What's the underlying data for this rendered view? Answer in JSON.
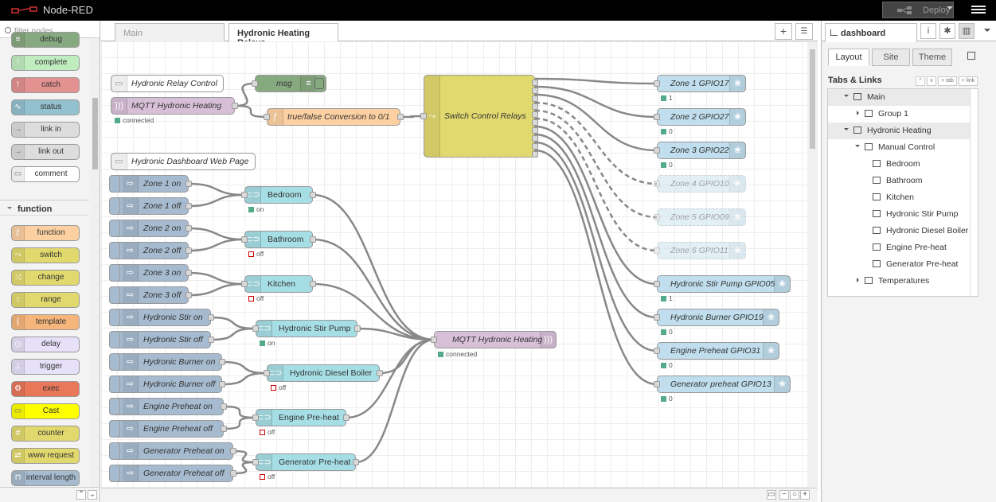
{
  "header": {
    "app_name": "Node-RED",
    "deploy_label": "Deploy"
  },
  "palette": {
    "filter_placeholder": "filter nodes",
    "items_top": [
      {
        "label": "debug",
        "color": "#87a980",
        "icon": "list-icon"
      },
      {
        "label": "complete",
        "color": "#c0edc0",
        "icon": "exclamation-icon"
      },
      {
        "label": "catch",
        "color": "#e49191",
        "icon": "exclamation-icon"
      },
      {
        "label": "status",
        "color": "#94c1d0",
        "icon": "pulse-icon"
      },
      {
        "label": "link in",
        "color": "#dddddd",
        "icon": "arrow-icon"
      },
      {
        "label": "link out",
        "color": "#dddddd",
        "icon": "arrow-icon"
      },
      {
        "label": "comment",
        "color": "#ffffff",
        "icon": "comment-icon"
      }
    ],
    "category_function": "function",
    "items_function": [
      {
        "label": "function",
        "color": "#fdd0a2",
        "icon": "function-icon"
      },
      {
        "label": "switch",
        "color": "#e2d96e",
        "icon": "switch-icon"
      },
      {
        "label": "change",
        "color": "#e2d96e",
        "icon": "shuffle-icon"
      },
      {
        "label": "range",
        "color": "#e2d96e",
        "icon": "range-icon"
      },
      {
        "label": "template",
        "color": "#f6b67b",
        "icon": "brace-icon"
      },
      {
        "label": "delay",
        "color": "#e6e0f8",
        "icon": "clock-icon"
      },
      {
        "label": "trigger",
        "color": "#e6e0f8",
        "icon": "trigger-icon"
      },
      {
        "label": "exec",
        "color": "#e9775a",
        "icon": "gear-icon"
      },
      {
        "label": "Cast",
        "color": "#ffff00",
        "icon": "cast-icon"
      },
      {
        "label": "counter",
        "color": "#e2d96e",
        "icon": "counter-icon"
      },
      {
        "label": "www request",
        "color": "#e2d96e",
        "icon": "www-icon"
      },
      {
        "label": "interval length",
        "color": "#a6bbcf",
        "icon": "interval-icon"
      }
    ]
  },
  "workspace": {
    "tabs": [
      {
        "label": "Main"
      },
      {
        "label": "Hydronic Heating Relays"
      }
    ],
    "comments": {
      "relay_control": "Hydronic Relay Control",
      "dashboard_page": "Hydronic Dashboard Web Page"
    },
    "mqtt_in": {
      "label": "MQTT Hydronic Heating",
      "status": "connected"
    },
    "debug_msg": "msg",
    "function_node": "true/false Conversion to 0/1",
    "switch_node": "Switch Control Relays",
    "mqtt_out": {
      "label": "MQTT Hydronic Heating",
      "status": "connected"
    },
    "injects": [
      "Zone 1 on",
      "Zone 1 off",
      "Zone 2 on",
      "Zone 2 off",
      "Zone 3 on",
      "Zone 3 off",
      "Hydronic Stir on",
      "Hydronic Stir off",
      "Hydronic Burner on",
      "Hydronic Burner off",
      "Engine Preheat on",
      "Engine Preheat off",
      "Generator Preheat on",
      "Generator Preheat off"
    ],
    "switches": [
      {
        "label": "Bedroom",
        "status": "on",
        "state": "on"
      },
      {
        "label": "Bathroom",
        "status": "off",
        "state": "off"
      },
      {
        "label": "Kitchen",
        "status": "off",
        "state": "off"
      },
      {
        "label": "Hydronic Stir Pump",
        "status": "on",
        "state": "on"
      },
      {
        "label": "Hydronic Diesel Boiler",
        "status": "off",
        "state": "off"
      },
      {
        "label": "Engine Pre-heat",
        "status": "off",
        "state": "off"
      },
      {
        "label": "Generator Pre-heat",
        "status": "off",
        "state": "off"
      }
    ],
    "gpio": [
      {
        "label": "Zone 1 GPIO17",
        "status": "1",
        "disabled": false
      },
      {
        "label": "Zone 2 GPIO27",
        "status": "0",
        "disabled": false
      },
      {
        "label": "Zone 3 GPIO22",
        "status": "0",
        "disabled": false
      },
      {
        "label": "Zone 4 GPIO10",
        "status": "",
        "disabled": true
      },
      {
        "label": "Zone 5 GPIO09",
        "status": "",
        "disabled": true
      },
      {
        "label": "Zone 6 GPIO11",
        "status": "",
        "disabled": true
      },
      {
        "label": "Hydronic Stir Pump GPIO05",
        "status": "1",
        "disabled": false
      },
      {
        "label": "Hydronic Burner GPIO19",
        "status": "0",
        "disabled": false
      },
      {
        "label": "Engine Preheat GPIO31",
        "status": "0",
        "disabled": false
      },
      {
        "label": "Generator preheat GPIO13",
        "status": "0",
        "disabled": false
      }
    ]
  },
  "sidebar": {
    "tab_label": "dashboard",
    "subtabs": [
      "Layout",
      "Site",
      "Theme"
    ],
    "section_title": "Tabs & Links",
    "tab_btn": "+ tab",
    "link_btn": "+ link",
    "tree": [
      {
        "label": "Main",
        "level": 0,
        "type": "tab",
        "expanded": true
      },
      {
        "label": "Group 1",
        "level": 1,
        "type": "group",
        "expanded": false
      },
      {
        "label": "Hydronic Heating",
        "level": 0,
        "type": "tab",
        "expanded": true
      },
      {
        "label": "Manual Control",
        "level": 1,
        "type": "group",
        "expanded": true
      },
      {
        "label": "Bedroom",
        "level": 2,
        "type": "widget"
      },
      {
        "label": "Bathroom",
        "level": 2,
        "type": "widget"
      },
      {
        "label": "Kitchen",
        "level": 2,
        "type": "widget"
      },
      {
        "label": "Hydronic Stir Pump",
        "level": 2,
        "type": "widget"
      },
      {
        "label": "Hydronic Diesel Boiler",
        "level": 2,
        "type": "widget"
      },
      {
        "label": "Engine Pre-heat",
        "level": 2,
        "type": "widget"
      },
      {
        "label": "Generator Pre-heat",
        "level": 2,
        "type": "widget"
      },
      {
        "label": "Temperatures",
        "level": 1,
        "type": "group",
        "expanded": false
      }
    ]
  }
}
